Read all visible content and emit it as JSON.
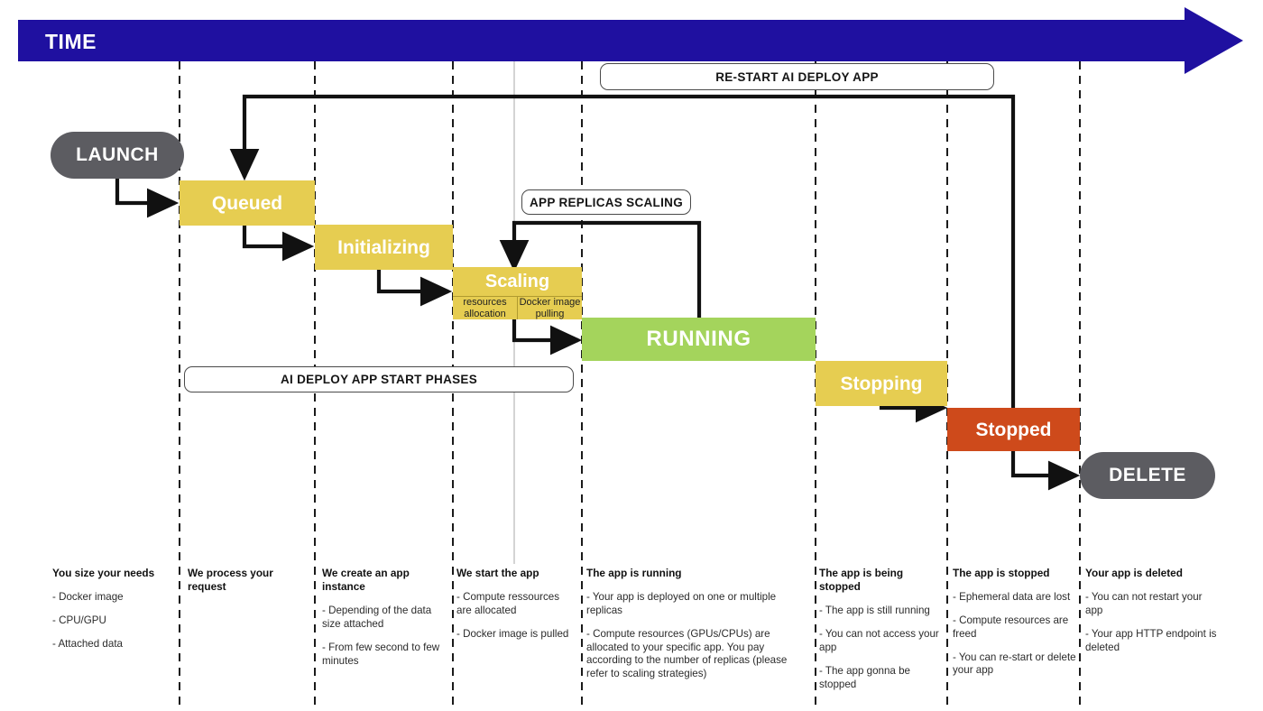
{
  "header": {
    "time_label": "TIME",
    "arrow_color": "#1f10a0"
  },
  "colors": {
    "yellow": "#e6cd51",
    "green": "#a4d45c",
    "orange": "#ce4a1b",
    "pill_gray": "#5c5c61",
    "blue": "#1f10a0",
    "line": "#111111"
  },
  "terminals": {
    "launch": "LAUNCH",
    "delete": "DELETE"
  },
  "states": [
    {
      "id": "queued",
      "label": "Queued"
    },
    {
      "id": "initializing",
      "label": "Initializing"
    },
    {
      "id": "scaling",
      "label": "Scaling"
    },
    {
      "id": "running",
      "label": "RUNNING"
    },
    {
      "id": "stopping",
      "label": "Stopping"
    },
    {
      "id": "stopped",
      "label": "Stopped"
    }
  ],
  "scaling_subphases": [
    {
      "id": "resources-allocation",
      "line1": "resources",
      "line2": "allocation"
    },
    {
      "id": "docker-image-pulling",
      "line1": "Docker image",
      "line2": "pulling"
    }
  ],
  "annotations": [
    {
      "id": "restart",
      "label": "RE-START AI DEPLOY APP"
    },
    {
      "id": "replicas",
      "label": "APP REPLICAS SCALING"
    },
    {
      "id": "start-phases",
      "label": "AI DEPLOY APP START PHASES"
    }
  ],
  "columns": [
    {
      "id": "you-size-your-needs",
      "head": "You size your needs",
      "bullets": [
        "- Docker image",
        "- CPU/GPU",
        "- Attached data"
      ]
    },
    {
      "id": "we-process-your-request",
      "head": "We process your request",
      "bullets": []
    },
    {
      "id": "we-create-an-app-instance",
      "head": "We create an app instance",
      "bullets": [
        "- Depending of the data size attached",
        "- From few second to few minutes"
      ]
    },
    {
      "id": "we-start-the-app",
      "head": "We start the app",
      "bullets": [
        "- Compute ressources are allocated",
        "- Docker image is pulled"
      ]
    },
    {
      "id": "the-app-is-running",
      "head": "The app is running",
      "bullets": [
        "- Your app is deployed on one or multiple replicas",
        "- Compute resources (GPUs/CPUs) are allocated to your specific app. You pay according to the number of replicas (please refer to scaling strategies)"
      ]
    },
    {
      "id": "the-app-is-being-stopped",
      "head": "The app is being stopped",
      "bullets": [
        "- The app is still running",
        "- You can not access your app",
        "- The app gonna be stopped"
      ]
    },
    {
      "id": "the-app-is-stopped",
      "head": "The app is stopped",
      "bullets": [
        "- Ephemeral data are lost",
        "- Compute resources are freed",
        "- You can re-start or delete your app"
      ]
    },
    {
      "id": "your-app-is-deleted",
      "head": "Your app is deleted",
      "bullets": [
        "- You can not restart your app",
        "- Your app HTTP endpoint is deleted"
      ]
    }
  ]
}
